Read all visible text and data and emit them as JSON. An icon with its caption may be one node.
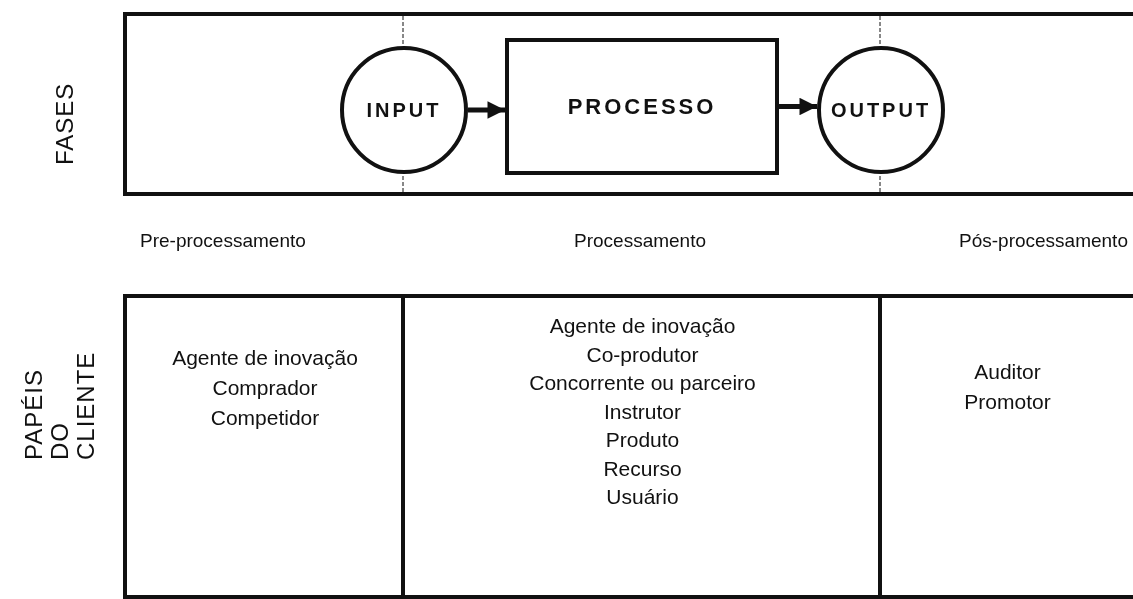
{
  "diagram": {
    "nodes": [
      {
        "text": [
          "FASES"
        ]
      },
      {
        "text": [
          "INPUT"
        ],
        "in": 0
      },
      {
        "text": [
          "PROCESSO"
        ],
        "in": 0
      },
      {
        "text": [
          "OUTPUT"
        ],
        "in": 0
      },
      {
        "text": [
          "PAPÉIS DO CLIENTE"
        ]
      },
      {
        "text": [
          "Agente de inovação",
          "Comprador",
          "Competidor"
        ],
        "in": 4
      },
      {
        "text": [
          "Agente de inovação",
          "Co-produtor",
          "Concorrente ou parceiro",
          "Instrutor",
          "Produto",
          "Recurso",
          "Usuário"
        ],
        "in": 4
      },
      {
        "text": [
          "Auditor",
          "Promotor"
        ],
        "in": 4
      }
    ],
    "edges": [
      {
        "from": 1,
        "to": 2,
        "arrow": "to"
      },
      {
        "from": 2,
        "to": 3,
        "arrow": "to"
      }
    ],
    "labels": [
      "Pre-processamento",
      "Processamento",
      "Pós-processamento"
    ]
  }
}
